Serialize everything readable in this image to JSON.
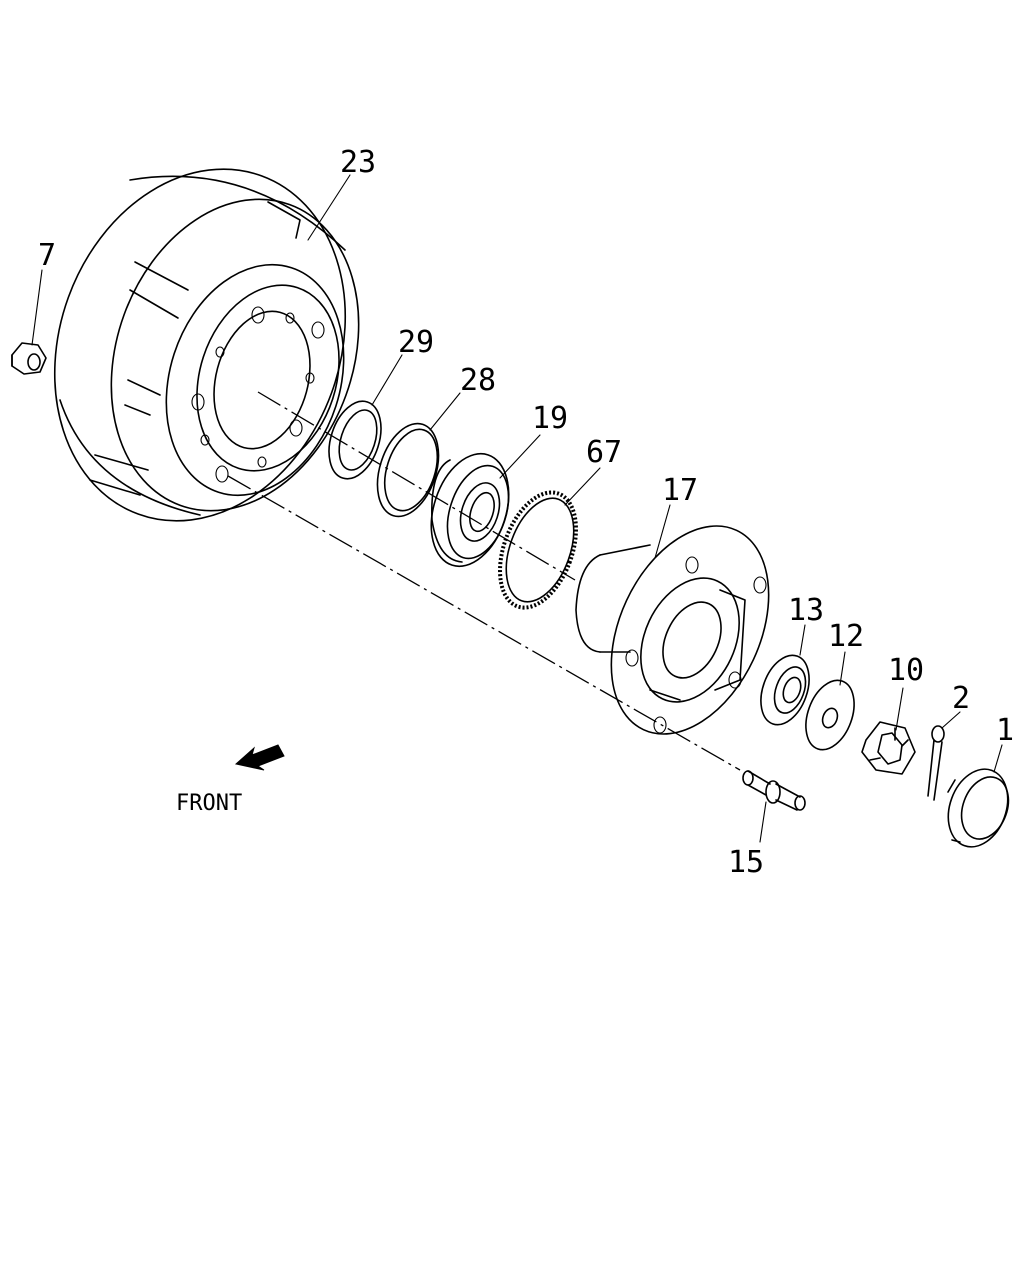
{
  "callouts": {
    "p1": "1",
    "p2": "2",
    "p7": "7",
    "p10": "10",
    "p12": "12",
    "p13": "13",
    "p15": "15",
    "p17": "17",
    "p19": "19",
    "p23": "23",
    "p28": "28",
    "p29": "29",
    "p67": "67"
  },
  "front_label": "FRONT",
  "icons": {
    "front_arrow": "arrow-down-left-icon"
  }
}
